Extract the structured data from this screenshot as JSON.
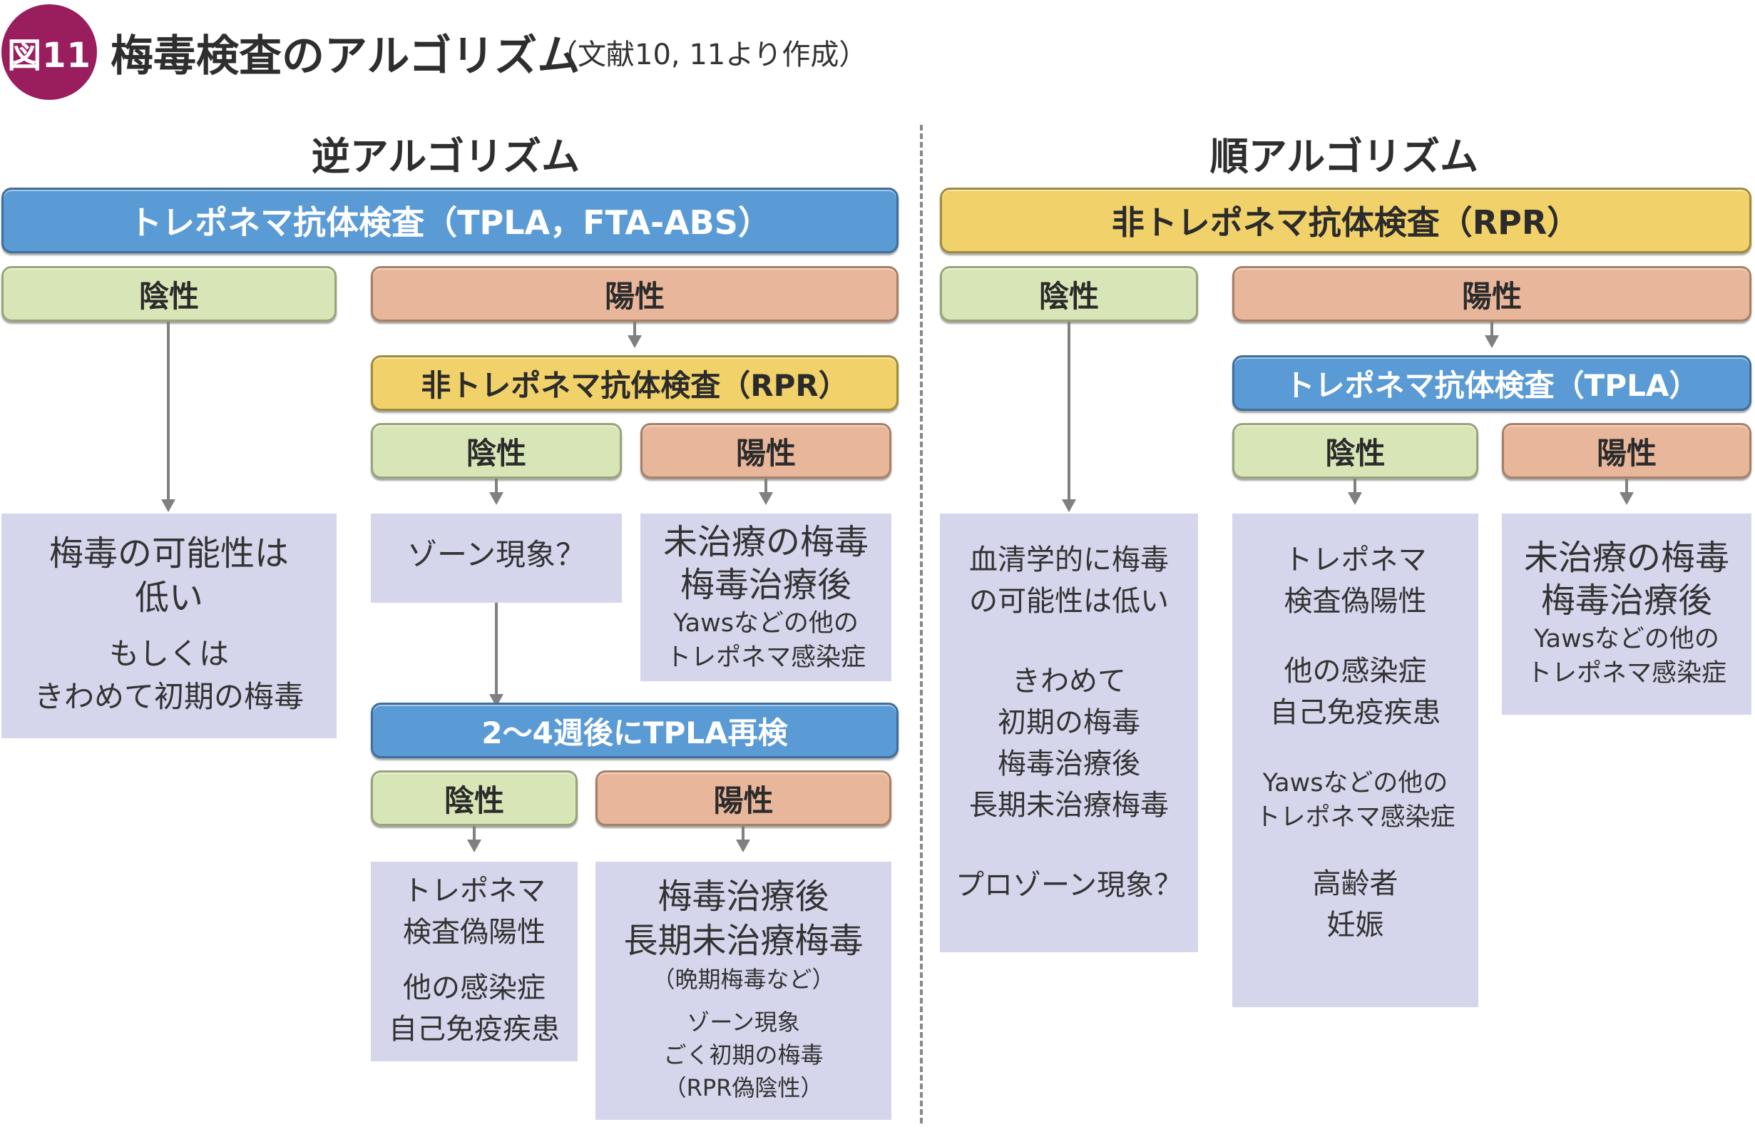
{
  "header": {
    "badge": "図11",
    "title": "梅毒検査のアルゴリズム",
    "source": "（文献10, 11より作成）"
  },
  "reverse": {
    "title": "逆アルゴリズム",
    "test1": "トレポネマ抗体検査（TPLA，FTA-ABS）",
    "neg1": "陰性",
    "pos1": "陽性",
    "neg1_result": [
      "梅毒の可能性は",
      "低い",
      "もしくは",
      "きわめて初期の梅毒"
    ],
    "test2": "非トレポネマ抗体検査（RPR）",
    "neg2": "陰性",
    "pos2": "陽性",
    "neg2_result": [
      "ゾーン現象？"
    ],
    "pos2_result": [
      "未治療の梅毒",
      "梅毒治療後",
      "Yawsなどの他の",
      "トレポネマ感染症"
    ],
    "test3": "2〜4週後にTPLA再検",
    "neg3": "陰性",
    "pos3": "陽性",
    "neg3_result": [
      "トレポネマ",
      "検査偽陽性",
      "他の感染症",
      "自己免疫疾患"
    ],
    "pos3_result": [
      "梅毒治療後",
      "長期未治療梅毒",
      "（晩期梅毒など）",
      "ゾーン現象",
      "ごく初期の梅毒",
      "（RPR偽陰性）"
    ]
  },
  "forward": {
    "title": "順アルゴリズム",
    "test1": "非トレポネマ抗体検査（RPR）",
    "neg1": "陰性",
    "pos1": "陽性",
    "neg1_result": [
      "血清学的に梅毒",
      "の可能性は低い",
      "きわめて",
      "初期の梅毒",
      "梅毒治療後",
      "長期未治療梅毒",
      "プロゾーン現象？"
    ],
    "test2": "トレポネマ抗体検査（TPLA）",
    "neg2": "陰性",
    "pos2": "陽性",
    "neg2_result": [
      "トレポネマ",
      "検査偽陽性",
      "他の感染症",
      "自己免疫疾患",
      "Yawsなどの他の",
      "トレポネマ感染症",
      "高齢者",
      "妊娠"
    ],
    "pos2_result": [
      "未治療の梅毒",
      "梅毒治療後",
      "Yawsなどの他の",
      "トレポネマ感染症"
    ]
  }
}
